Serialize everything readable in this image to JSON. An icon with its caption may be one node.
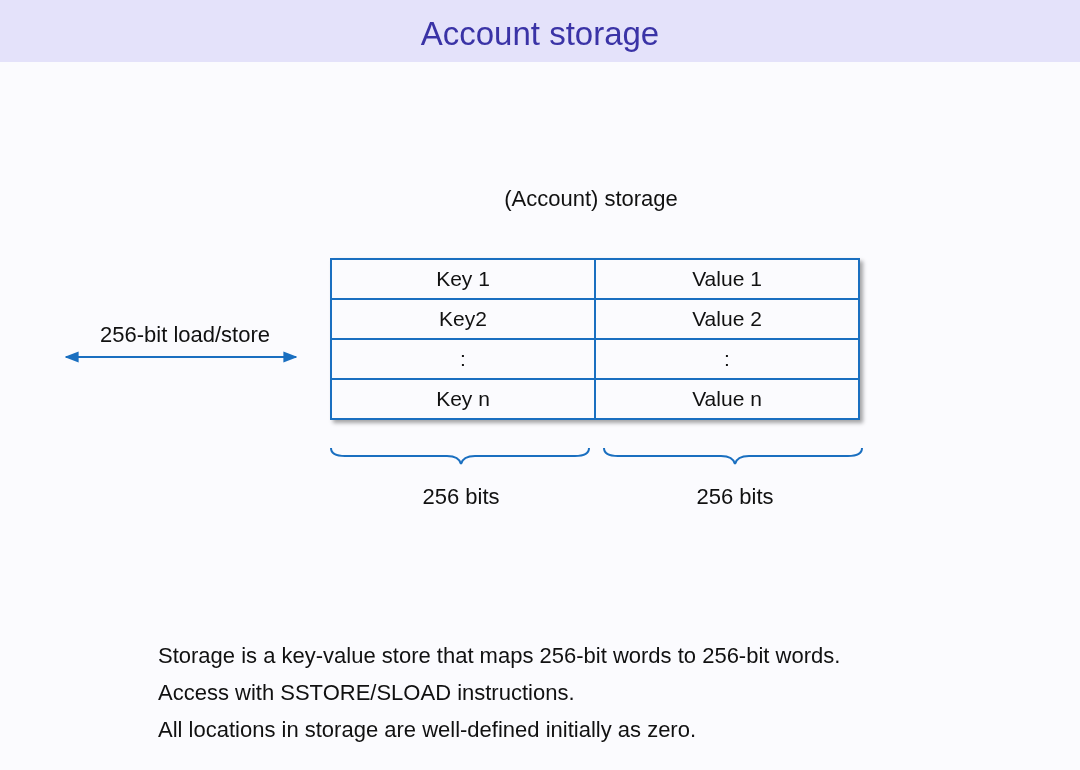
{
  "diagram": {
    "title": "Account storage",
    "labels": [
      "(Account) storage",
      "256-bit load/store",
      "Key 1",
      "Value 1",
      "Key2",
      "Value 2",
      ":",
      ":",
      "Key n",
      "Value n",
      "256 bits",
      "256 bits",
      "Storage is a key-value store that maps 256-bit words to 256-bit words.",
      "Access with SSTORE/SLOAD instructions.",
      "All locations in storage are well-defined initially as zero."
    ]
  }
}
